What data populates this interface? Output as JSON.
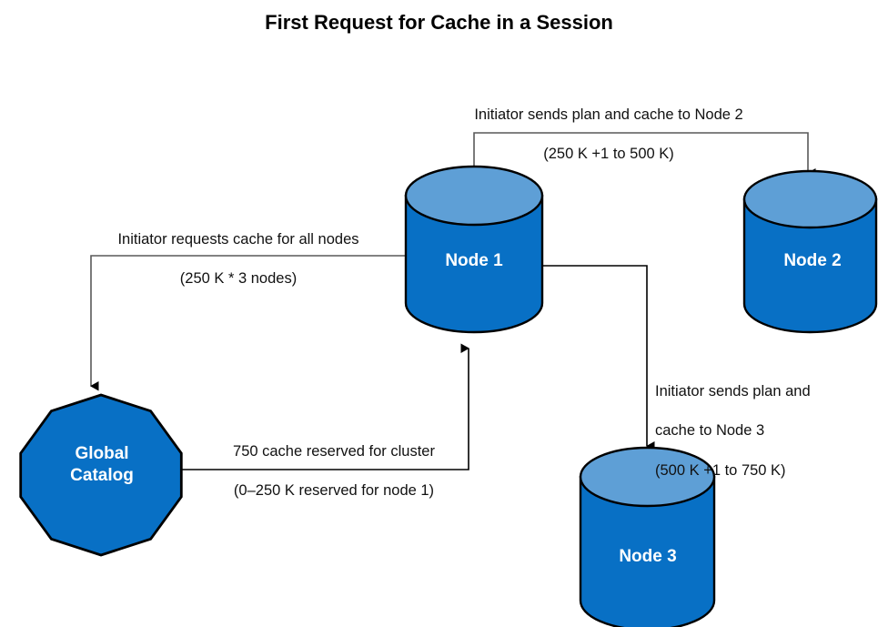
{
  "diagram": {
    "title": "First Request for Cache in a Session",
    "colors": {
      "node_body": "#0870C5",
      "node_top": "#5E9FD6",
      "node_outline": "#000000",
      "connector": "#595959",
      "connector_dark": "#000000",
      "node_text": "#FFFFFF",
      "label_text": "#111111",
      "background": "#FFFFFF"
    },
    "nodes": [
      {
        "id": "node1",
        "label": "Node 1",
        "shape": "cylinder"
      },
      {
        "id": "node2",
        "label": "Node 2",
        "shape": "cylinder"
      },
      {
        "id": "node3",
        "label": "Node 3",
        "shape": "cylinder"
      },
      {
        "id": "global_catalog",
        "label": "Global\nCatalog",
        "line1": "Global",
        "line2": "Catalog",
        "shape": "decagon"
      }
    ],
    "edges": [
      {
        "id": "node1-to-node2",
        "from": "node1",
        "to": "node2",
        "line1": "Initiator sends plan and cache to Node 2",
        "line2": "(250 K +1 to 500 K)",
        "text": "Initiator sends plan and cache to Node 2\n(250 K +1 to 500 K)",
        "align": "center"
      },
      {
        "id": "node1-to-global-catalog",
        "from": "node1",
        "to": "global_catalog",
        "line1": "Initiator requests cache for all nodes",
        "line2": "(250 K * 3 nodes)",
        "text": "Initiator requests cache for all nodes\n(250 K * 3 nodes)",
        "align": "center"
      },
      {
        "id": "global-catalog-to-node1",
        "from": "global_catalog",
        "to": "node1",
        "line1": "750 cache reserved for cluster",
        "line2": "(0–250 K reserved for node 1)",
        "text": "750 cache reserved for cluster\n(0–250 K reserved for node 1)",
        "align": "center"
      },
      {
        "id": "node1-to-node3",
        "from": "node1",
        "to": "node3",
        "line1": "Initiator sends plan and",
        "line2": "cache to Node 3",
        "line3": "(500 K +1 to 750 K)",
        "text": "Initiator sends plan and\ncache to Node 3\n(500 K +1 to 750 K)",
        "align": "left"
      }
    ]
  }
}
